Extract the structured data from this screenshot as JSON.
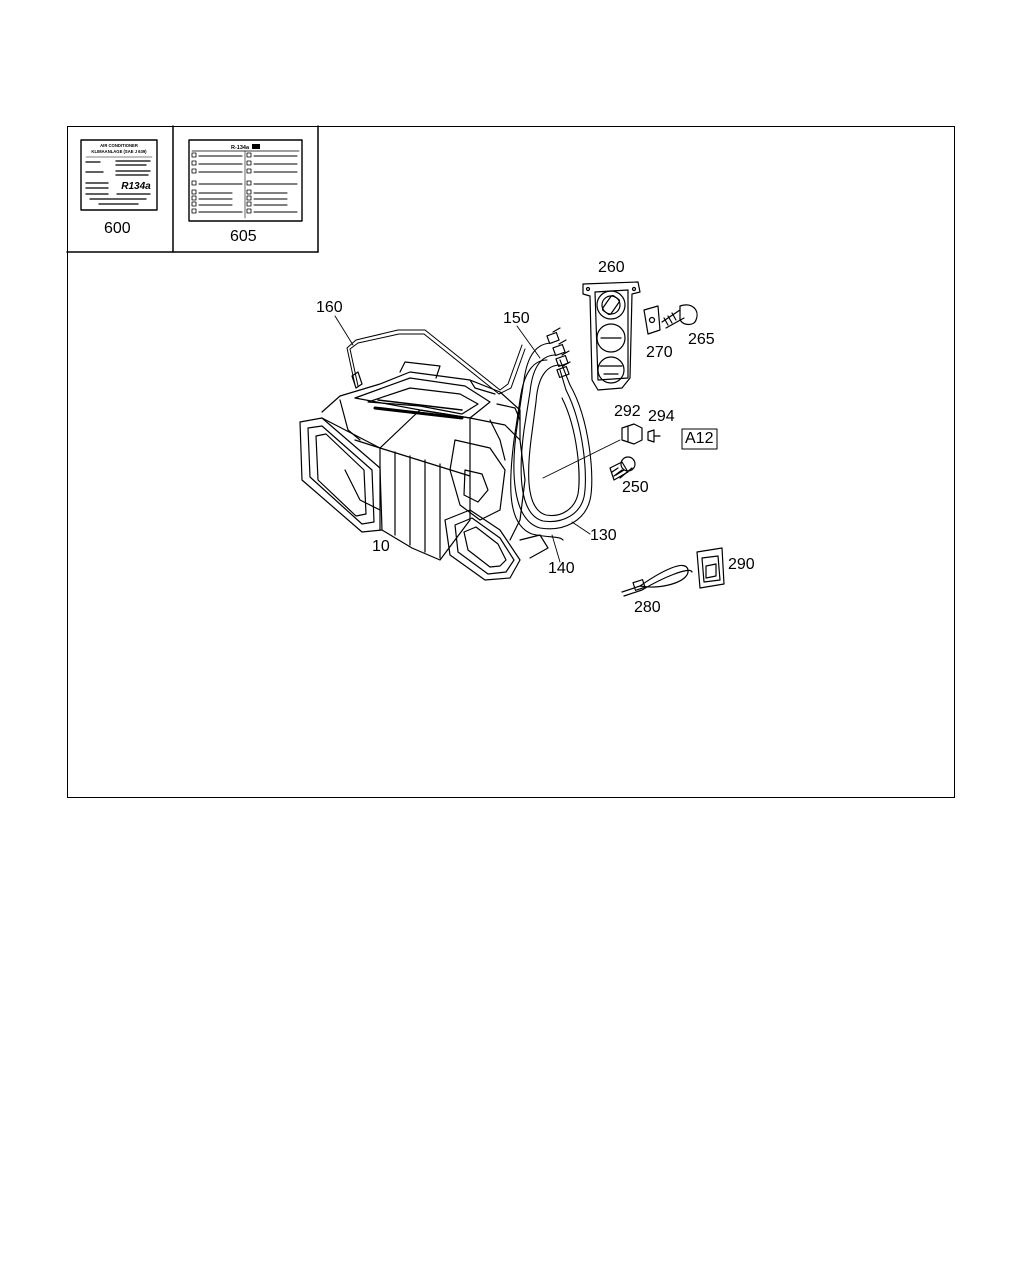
{
  "colors": {
    "ink": "#000000",
    "paper": "#ffffff",
    "grey": "#bdbdbd"
  },
  "labels_panel": {
    "decal_600": {
      "callout": "600",
      "title_lines": [
        "AIR CONDITIONER",
        "KLIMAANLAGE (SAE J 639)"
      ],
      "refrigerant": "R134a"
    },
    "decal_605": {
      "callout": "605",
      "title": "R-134a"
    }
  },
  "callouts": {
    "p10": "10",
    "p130": "130",
    "p140": "140",
    "p150": "150",
    "p160": "160",
    "p250": "250",
    "p260": "260",
    "p265": "265",
    "p270": "270",
    "p280": "280",
    "p290": "290",
    "p292": "292",
    "p294": "294",
    "a12": "A12"
  }
}
